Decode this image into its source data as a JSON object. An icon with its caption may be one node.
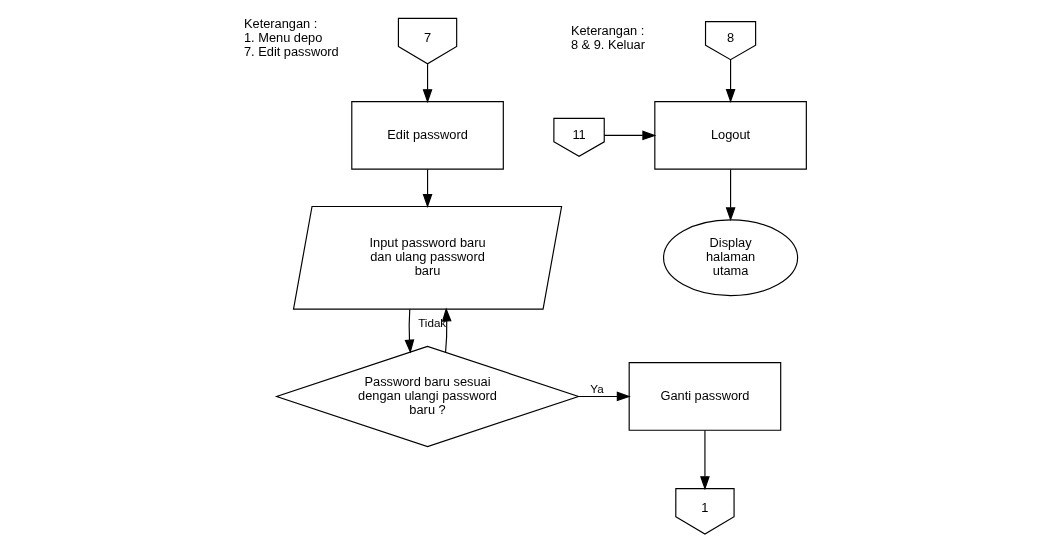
{
  "diagram": {
    "nodes": [
      {
        "text": [
          "7"
        ]
      },
      {
        "text": [
          "Edit password"
        ]
      },
      {
        "text": [
          "Input password baru dan ulang password baru"
        ]
      },
      {
        "text": [
          "Password baru sesuai dengan ulangi password baru ?"
        ]
      },
      {
        "text": [
          "Ganti password"
        ]
      },
      {
        "text": [
          "1"
        ]
      },
      {
        "text": [
          "8"
        ]
      },
      {
        "text": [
          "11"
        ]
      },
      {
        "text": [
          "Logout"
        ]
      },
      {
        "text": [
          "Display halaman utama"
        ]
      }
    ],
    "edges": [
      {
        "from": 0,
        "to": 1,
        "arrow": "to"
      },
      {
        "from": 1,
        "to": 2,
        "arrow": "to"
      },
      {
        "from": 2,
        "to": 3,
        "arrow": "to"
      },
      {
        "from": 3,
        "to": 2,
        "arrow": "to",
        "label": "Tidak"
      },
      {
        "from": 3,
        "to": 4,
        "arrow": "to",
        "label": "Ya"
      },
      {
        "from": 4,
        "to": 5,
        "arrow": "to"
      },
      {
        "from": 6,
        "to": 8,
        "arrow": "to"
      },
      {
        "from": 7,
        "to": 8,
        "arrow": "to"
      },
      {
        "from": 8,
        "to": 9,
        "arrow": "to"
      }
    ],
    "labels": [
      "Keterangan :",
      "1. Menu depo",
      "7. Edit password",
      "Keterangan :",
      "8 & 9. Keluar"
    ]
  }
}
